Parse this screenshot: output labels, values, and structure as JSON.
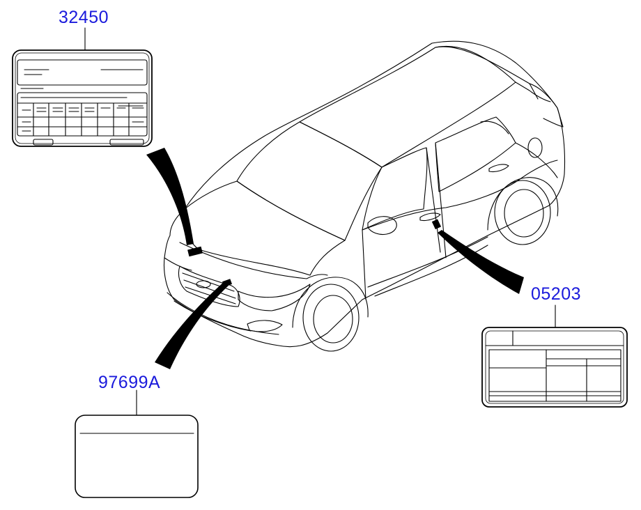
{
  "parts": [
    {
      "id": "hood_label",
      "part_number": "32450"
    },
    {
      "id": "front_label",
      "part_number": "97699A"
    },
    {
      "id": "door_label",
      "part_number": "05203"
    }
  ],
  "colors": {
    "callout": "#1a1adc",
    "line": "#000000",
    "background": "#ffffff"
  }
}
